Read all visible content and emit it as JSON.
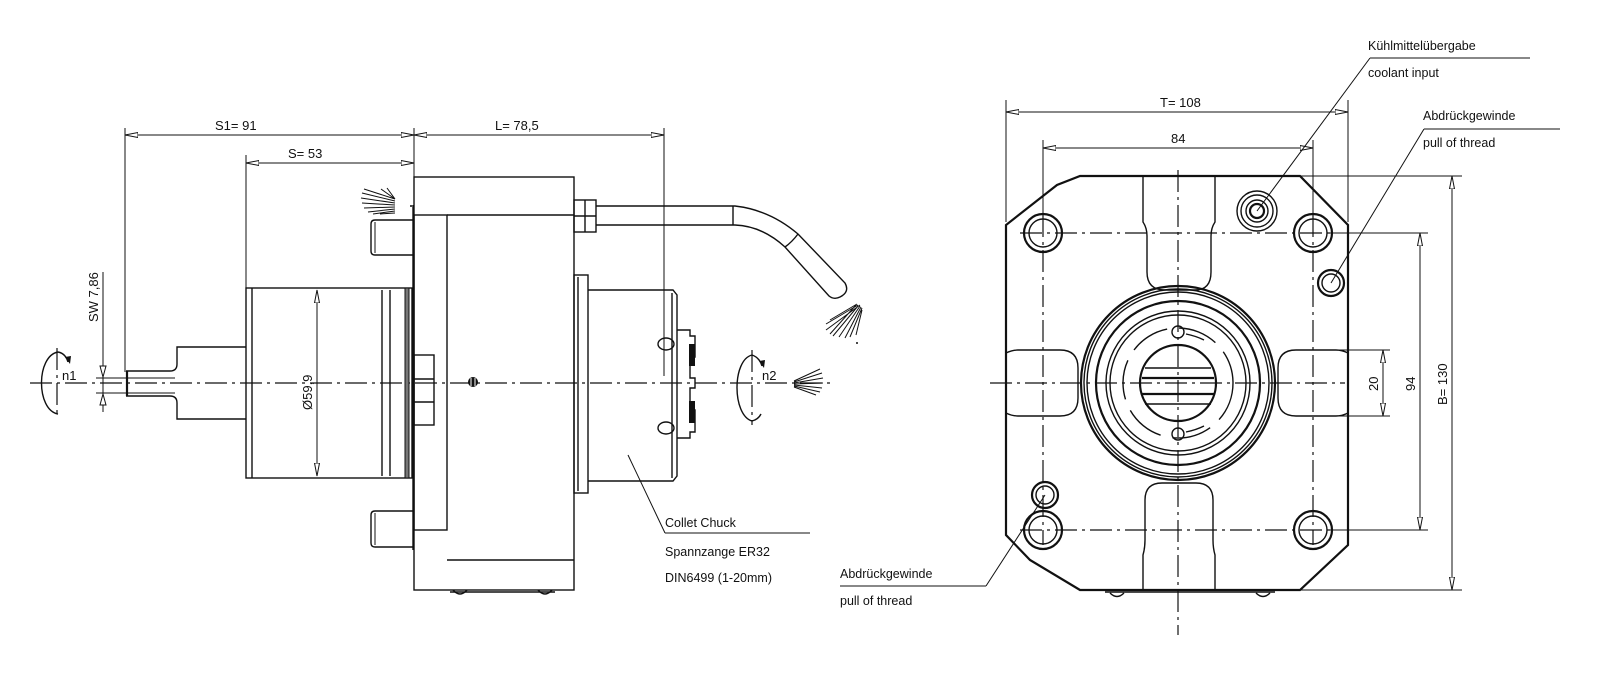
{
  "drawing": {
    "side_view": {
      "dimensions": {
        "s1": "S1=  91",
        "s": "S= 53",
        "l": "L= 78,5",
        "sw": "SW 7,86",
        "diameter": "Ø59,9"
      },
      "rotation_labels": {
        "input": "n1",
        "output": "n2"
      },
      "callouts": {
        "collet_chuck": {
          "line1": "Collet Chuck",
          "line2": "Spannzange ER32",
          "line3": "DIN6499 (1-20mm)"
        }
      }
    },
    "front_view": {
      "dimensions": {
        "t": "T=  108",
        "width_inner": "84",
        "b": "B= 130",
        "height_inner": "94",
        "slot": "20"
      },
      "callouts": {
        "coolant": {
          "line1": "Kühlmittelübergabe",
          "line2": "coolant input"
        },
        "pull_thread_top": {
          "line1": "Abdrückgewinde",
          "line2": "pull of thread"
        },
        "pull_thread_bottom": {
          "line1": "Abdrückgewinde",
          "line2": "pull of thread"
        }
      }
    }
  }
}
